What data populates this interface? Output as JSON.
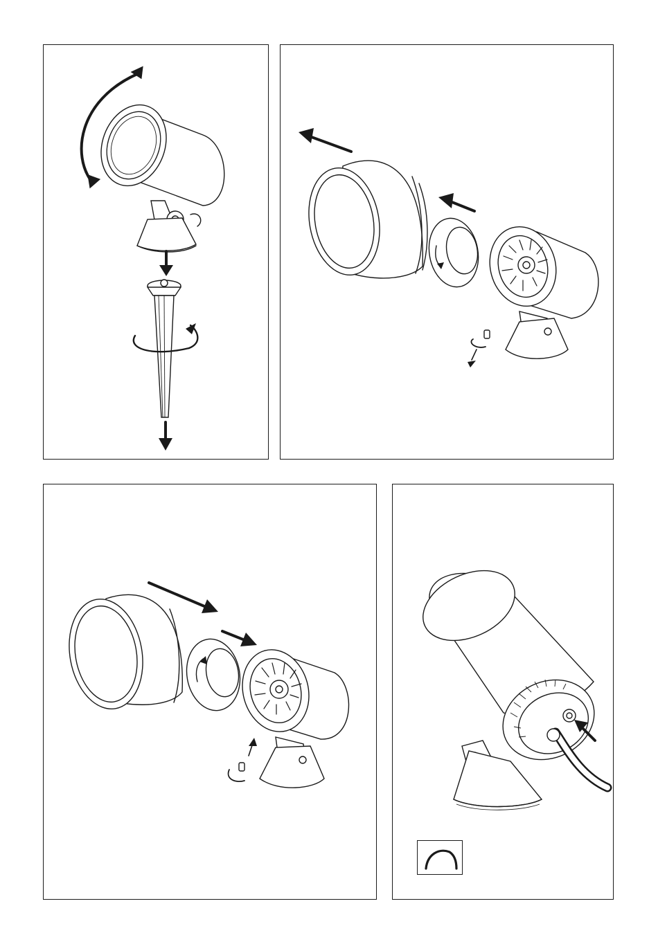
{
  "document": {
    "panels": [
      {
        "id": "panel-1",
        "icon": "spotlight-adjust-and-ground-spike-icon"
      },
      {
        "id": "panel-2",
        "icon": "spotlight-disassembly-icon"
      },
      {
        "id": "panel-3",
        "icon": "spotlight-reassembly-icon"
      },
      {
        "id": "panel-4",
        "icon": "spotlight-cable-entry-icon"
      }
    ],
    "symbol_icon": "curve-symbol-icon",
    "colors": {
      "ink": "#1a1a1a",
      "paper": "#ffffff"
    }
  }
}
